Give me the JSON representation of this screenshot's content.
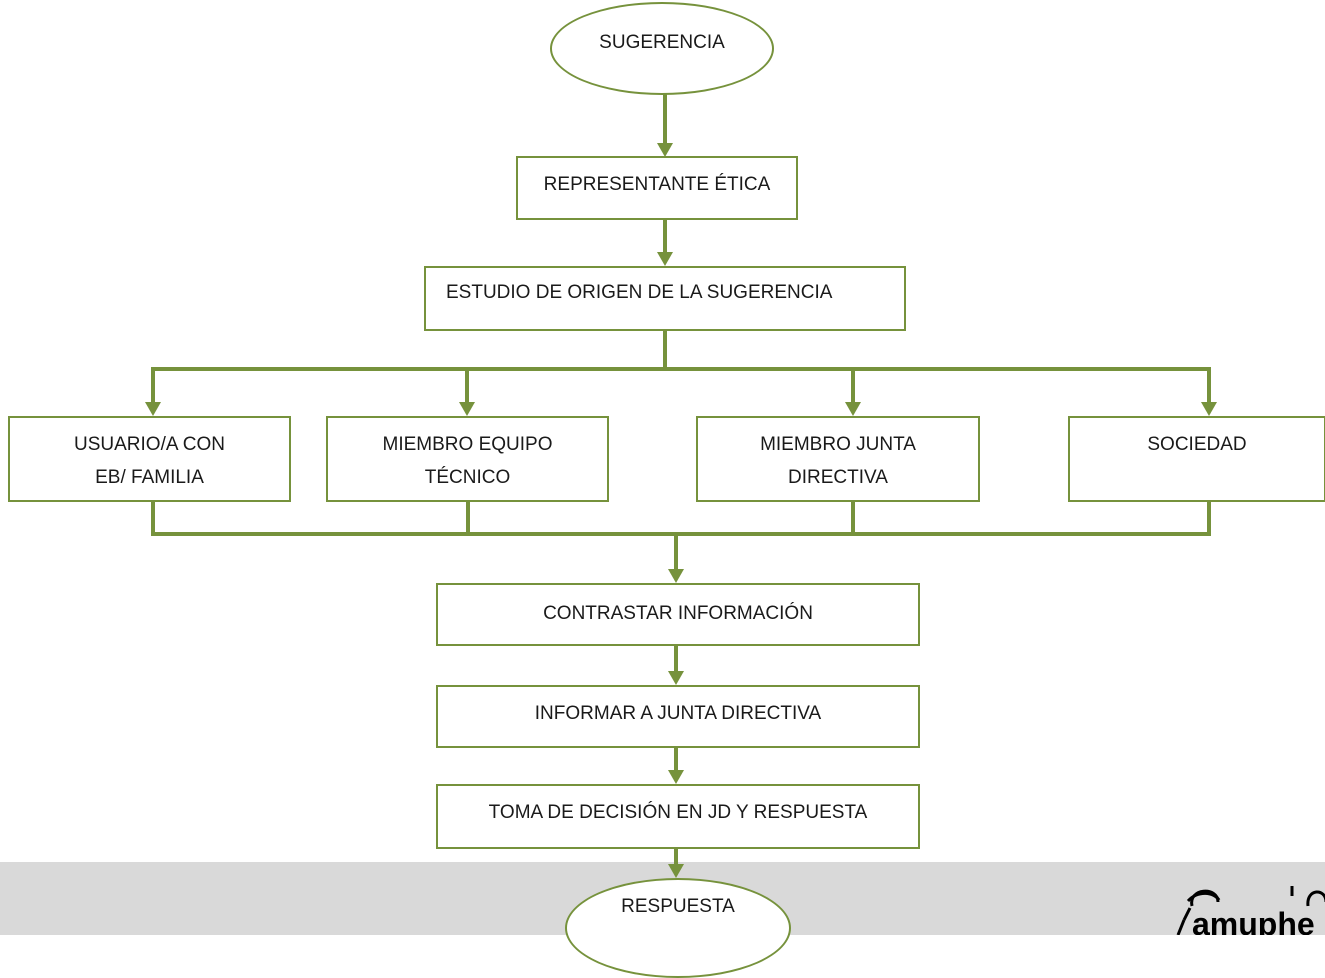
{
  "flow": {
    "start": "SUGERENCIA",
    "step_1": "REPRESENTANTE ÉTICA",
    "step_2": "ESTUDIO DE ORIGEN DE LA SUGERENCIA",
    "branches": [
      "USUARIO/A CON EB/ FAMILIA",
      "MIEMBRO EQUIPO TÉCNICO",
      "MIEMBRO JUNTA DIRECTIVA",
      "SOCIEDAD"
    ],
    "step_3": "CONTRASTAR INFORMACIÓN",
    "step_4": "INFORMAR A JUNTA DIRECTIVA",
    "step_5": "TOMA DE DECISIÓN EN JD Y RESPUESTA",
    "end": "RESPUESTA"
  },
  "logo": {
    "text": "amuphe"
  },
  "colors": {
    "line": "#76923c",
    "footer": "#d9d9d9"
  }
}
